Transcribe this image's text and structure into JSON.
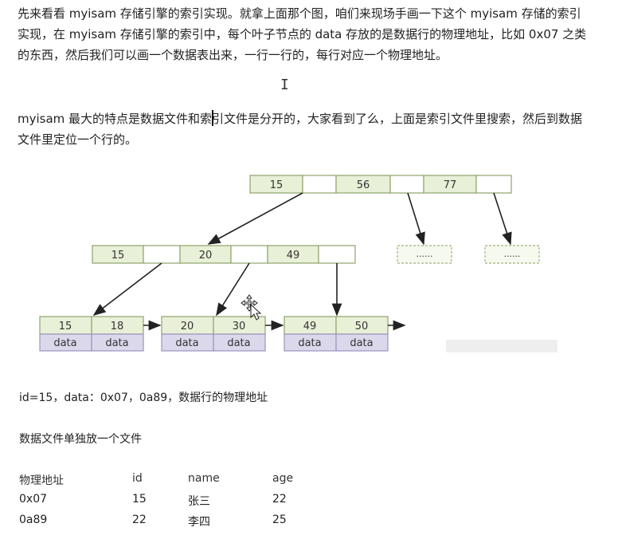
{
  "paragraphs": [
    "先来看看 myisam 存储引擎的索引实现。就拿上面那个图，咱们来现场手画一下这个 myisam 存储的索引实现，在 myisam 存储引擎的索引中，每个叶子节点的 data 存放的是数据行的物理地址，比如 0x07 之类的东西，然后我们可以画一个数据表出来，一行一行的，每行对应一个物理地址。",
    "myisam 最大的特点是数据文件和索引文件是分开的，大家看到了么，上面是索引文件里搜索，然后到数据文件里定位一个行的。"
  ],
  "tree": {
    "root_keys": [
      "15",
      "56",
      "77"
    ],
    "mid_keys": [
      "15",
      "20",
      "49"
    ],
    "placeholder_label": "......",
    "leaves": [
      {
        "keys": [
          "15",
          "18"
        ],
        "data": [
          "data",
          "data"
        ]
      },
      {
        "keys": [
          "20",
          "30"
        ],
        "data": [
          "data",
          "data"
        ]
      },
      {
        "keys": [
          "49",
          "50"
        ],
        "data": [
          "data",
          "data"
        ]
      }
    ]
  },
  "notes": {
    "id_line": "id=15，data：0x07，0a89，数据行的物理地址",
    "file_line": "数据文件单独放一个文件"
  },
  "table": {
    "headers": [
      "物理地址",
      "id",
      "name",
      "age"
    ],
    "rows": [
      [
        "0x07",
        "15",
        "张三",
        "22"
      ],
      [
        "0a89",
        "22",
        "李四",
        "25"
      ]
    ]
  },
  "icons": {
    "ibeam_cursor": "text-cursor-icon",
    "move_cursor": "move-cursor-icon"
  }
}
